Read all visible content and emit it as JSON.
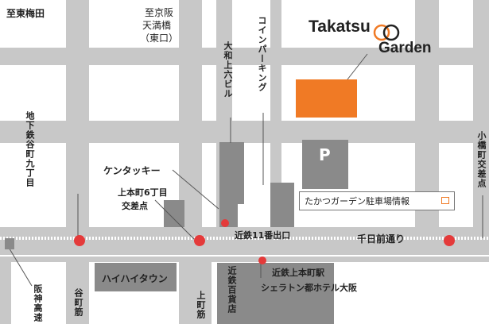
{
  "brand": {
    "line1": "Takatsu",
    "line2": "Garden",
    "accent": "#f07a25"
  },
  "labels": {
    "shitoumeda": "至東梅田",
    "shikyohan": "至京阪",
    "tenmabashi": "天満橋",
    "higashiguchi": "（東口）",
    "daiwa": "大和上六ビル",
    "coinparking": "コインパーキング",
    "chikatetsu": "地下鉄谷町九丁目",
    "kentucky": "ケンタッキー",
    "uehonmachi6": "上本町6丁目",
    "kousaten": "交差点",
    "kintetsu11": "近鉄11番出口",
    "sennichimae": "千日前通り",
    "kobashi": "小橋町交差点",
    "kintetsuhyakka": "近鉄百貨店",
    "kintetsueki": "近鉄上本町駅",
    "sheraton": "シェラトン都ホテル大阪",
    "highhigh": "ハイハイタウン",
    "hanshin": "阪神高速",
    "tanimachi": "谷町筋",
    "uemachi": "上町筋",
    "parking_p": "P",
    "parking_info": "たかつガーデン駐車場情報"
  },
  "colors": {
    "road": "#c8c8c8",
    "building": "#8a8a8a",
    "marker": "#e43a3a",
    "accent": "#f07a25",
    "line": "#555555"
  }
}
